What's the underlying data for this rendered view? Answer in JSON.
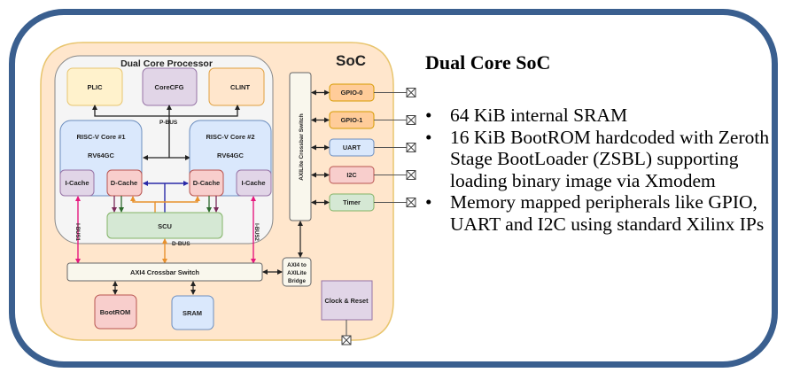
{
  "diagram": {
    "soc_label": "SoC",
    "processor_label": "Dual Core Processor",
    "plic": "PLIC",
    "corecfg": "CoreCFG",
    "clint": "CLINT",
    "pbus": "P-BUS",
    "core1": {
      "title": "RISC-V Core #1",
      "isa": "RV64GC",
      "icache": "I-Cache",
      "dcache": "D-Cache"
    },
    "core2": {
      "title": "RISC-V Core #2",
      "isa": "RV64GC",
      "icache": "I-Cache",
      "dcache": "D-Cache"
    },
    "scu": "SCU",
    "dbus": "D-BUS",
    "ibus1": "I-BUS1",
    "ibus2": "I-BUS2",
    "axi4_switch": "AXI4 Crossbar Switch",
    "bootrom": "BootROM",
    "sram": "SRAM",
    "bridge": [
      "AXI4 to",
      "AXILite",
      "Bridge"
    ],
    "axilite_switch": "AXILite Crossbar Switch",
    "peripherals": [
      {
        "label": "GPIO-0",
        "fill": "#ffcc99",
        "stroke": "#d79b00"
      },
      {
        "label": "GPIO-1",
        "fill": "#ffcc99",
        "stroke": "#d79b00"
      },
      {
        "label": "UART",
        "fill": "#dae8fc",
        "stroke": "#6c8ebf"
      },
      {
        "label": "I2C",
        "fill": "#f8cecc",
        "stroke": "#b85450"
      },
      {
        "label": "Timer",
        "fill": "#d5e8d4",
        "stroke": "#82b366"
      }
    ],
    "clock_reset": "Clock & Reset",
    "colors": {
      "frame": "#3a5f8f",
      "soc_fill": "#ffe6cc",
      "processor_fill": "#f5f5f5",
      "core_fill": "#dae8fc",
      "icache_fill": "#e1d5e7",
      "dcache_fill": "#f8cecc",
      "scu_fill": "#d5e8d4",
      "ibus": "#e6197e",
      "dbus": "#e8912d",
      "coherence": "#2a2aa8"
    }
  },
  "panel": {
    "title": "Dual Core SoC",
    "bullet_glyph": "•",
    "bullets": [
      "64 KiB internal SRAM",
      "16 KiB BootROM hardcoded with Zeroth Stage BootLoader (ZSBL) supporting loading binary image via Xmodem",
      "Memory mapped peripherals like GPIO, UART and I2C using standard Xilinx IPs"
    ]
  }
}
